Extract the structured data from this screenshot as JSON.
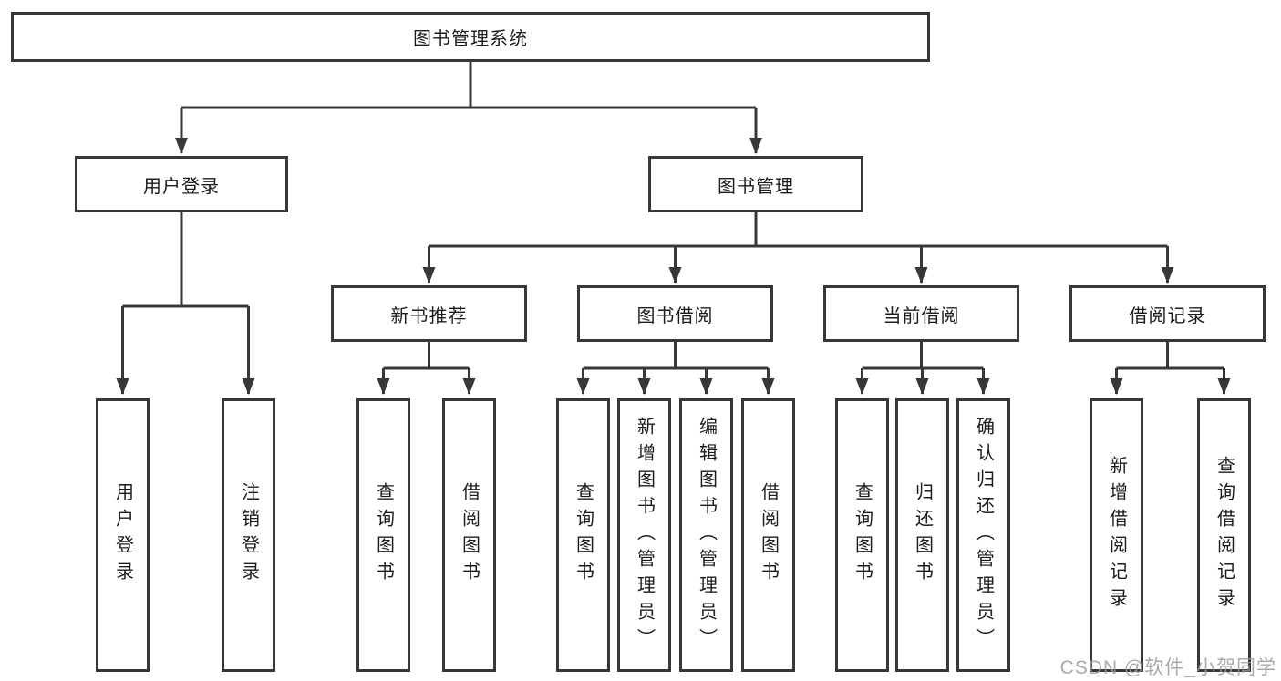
{
  "tree": {
    "label": "图书管理系统",
    "children": [
      {
        "label": "用户登录",
        "children": [
          {
            "label": "用户登录"
          },
          {
            "label": "注销登录"
          }
        ]
      },
      {
        "label": "图书管理",
        "children": [
          {
            "label": "新书推荐",
            "children": [
              {
                "label": "查询图书"
              },
              {
                "label": "借阅图书"
              }
            ]
          },
          {
            "label": "图书借阅",
            "children": [
              {
                "label": "查询图书"
              },
              {
                "label": "新增图书（管理员）"
              },
              {
                "label": "编辑图书（管理员）"
              },
              {
                "label": "借阅图书"
              }
            ]
          },
          {
            "label": "当前借阅",
            "children": [
              {
                "label": "查询图书"
              },
              {
                "label": "归还图书"
              },
              {
                "label": "确认归还（管理员）"
              }
            ]
          },
          {
            "label": "借阅记录",
            "children": [
              {
                "label": "新增借阅记录"
              },
              {
                "label": "查询借阅记录"
              }
            ]
          }
        ]
      }
    ]
  },
  "watermark": {
    "text": "CSDN @软件_小贺同学"
  },
  "colors": {
    "line": "#373737",
    "box_border": "#373737",
    "text": "#1c1c1c",
    "background": "#ffffff",
    "watermark": "#9b9b9b"
  }
}
